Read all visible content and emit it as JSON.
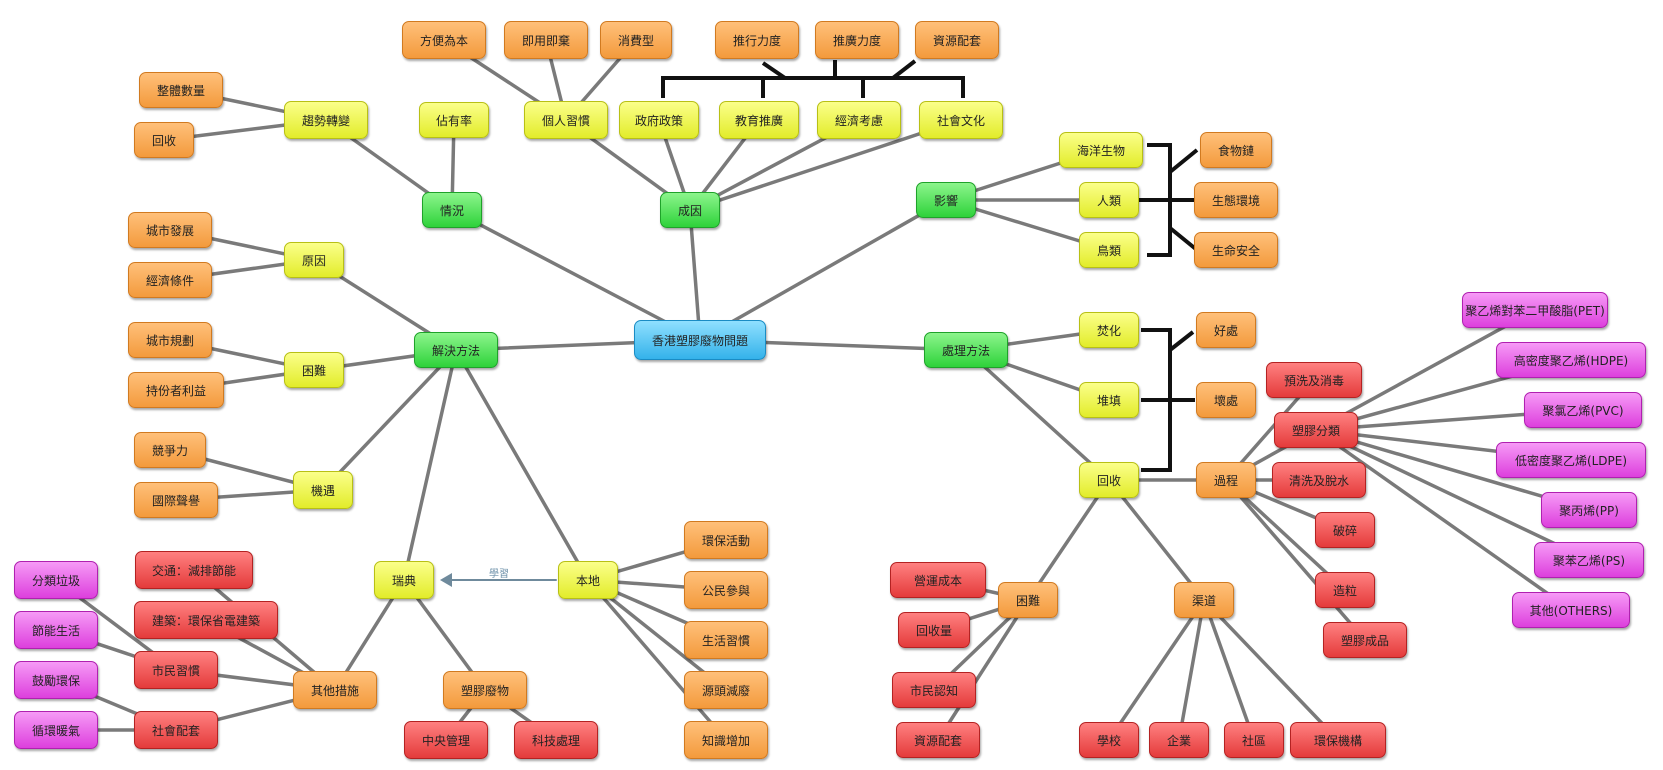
{
  "root": {
    "label": "香港塑膠廢物問題"
  },
  "arrow_label": "學習",
  "nodes": [
    {
      "id": "root",
      "label": "香港塑膠廢物問題",
      "color": "blue"
    },
    {
      "id": "chengyin",
      "label": "成因",
      "color": "green"
    },
    {
      "id": "qingkuang",
      "label": "情況",
      "color": "green"
    },
    {
      "id": "yingxiang",
      "label": "影響",
      "color": "green"
    },
    {
      "id": "jiejue",
      "label": "解決方法",
      "color": "green"
    },
    {
      "id": "chuli",
      "label": "處理方法",
      "color": "green"
    },
    {
      "id": "fangbian",
      "label": "方便為本",
      "color": "orange"
    },
    {
      "id": "jiyong",
      "label": "即用即棄",
      "color": "orange"
    },
    {
      "id": "xiaofei",
      "label": "消費型",
      "color": "orange"
    },
    {
      "id": "tuixingli",
      "label": "推行力度",
      "color": "orange"
    },
    {
      "id": "tuiguangli",
      "label": "推廣力度",
      "color": "orange"
    },
    {
      "id": "ziyuan1",
      "label": "資源配套",
      "color": "orange"
    },
    {
      "id": "zhengti",
      "label": "整體數量",
      "color": "orange"
    },
    {
      "id": "huishou1",
      "label": "回收",
      "color": "orange"
    },
    {
      "id": "qushi",
      "label": "趨勢轉變",
      "color": "yellow"
    },
    {
      "id": "zhanyou",
      "label": "佔有率",
      "color": "yellow"
    },
    {
      "id": "geren",
      "label": "個人習慣",
      "color": "yellow"
    },
    {
      "id": "zhengfu",
      "label": "政府政策",
      "color": "yellow"
    },
    {
      "id": "jiaoyu",
      "label": "教育推廣",
      "color": "yellow"
    },
    {
      "id": "jingji",
      "label": "經濟考慮",
      "color": "yellow"
    },
    {
      "id": "shehui",
      "label": "社會文化",
      "color": "yellow"
    },
    {
      "id": "haiyang",
      "label": "海洋生物",
      "color": "yellow"
    },
    {
      "id": "renlei",
      "label": "人類",
      "color": "yellow"
    },
    {
      "id": "niaolei",
      "label": "鳥類",
      "color": "yellow"
    },
    {
      "id": "shiwulian",
      "label": "食物鏈",
      "color": "orange"
    },
    {
      "id": "shengtai",
      "label": "生態環境",
      "color": "orange"
    },
    {
      "id": "shengming",
      "label": "生命安全",
      "color": "orange"
    },
    {
      "id": "chengshifz",
      "label": "城市發展",
      "color": "orange"
    },
    {
      "id": "jingjitj",
      "label": "經濟條件",
      "color": "orange"
    },
    {
      "id": "yuanyin",
      "label": "原因",
      "color": "yellow"
    },
    {
      "id": "chengshigh",
      "label": "城市規劃",
      "color": "orange"
    },
    {
      "id": "chifen",
      "label": "持份者利益",
      "color": "orange"
    },
    {
      "id": "kunnan1",
      "label": "困難",
      "color": "yellow"
    },
    {
      "id": "jingzheng",
      "label": "競爭力",
      "color": "orange"
    },
    {
      "id": "guoji",
      "label": "國際聲譽",
      "color": "orange"
    },
    {
      "id": "jiyu",
      "label": "機遇",
      "color": "yellow"
    },
    {
      "id": "fenhua",
      "label": "焚化",
      "color": "yellow"
    },
    {
      "id": "duitian",
      "label": "堆填",
      "color": "yellow"
    },
    {
      "id": "huishou2",
      "label": "回收",
      "color": "yellow"
    },
    {
      "id": "haochu",
      "label": "好處",
      "color": "orange"
    },
    {
      "id": "huaichu",
      "label": "壞處",
      "color": "orange"
    },
    {
      "id": "guocheng",
      "label": "過程",
      "color": "orange"
    },
    {
      "id": "kunnan2",
      "label": "困難",
      "color": "orange"
    },
    {
      "id": "qudao",
      "label": "渠道",
      "color": "orange"
    },
    {
      "id": "yuxi",
      "label": "預洗及消毒",
      "color": "red"
    },
    {
      "id": "fenlei",
      "label": "塑膠分類",
      "color": "red"
    },
    {
      "id": "qingxi",
      "label": "清洗及脫水",
      "color": "red"
    },
    {
      "id": "posui",
      "label": "破碎",
      "color": "red"
    },
    {
      "id": "zaoli",
      "label": "造粒",
      "color": "red"
    },
    {
      "id": "chengpin",
      "label": "塑膠成品",
      "color": "red"
    },
    {
      "id": "pet",
      "label": "聚乙烯對苯二甲酸脂(PET)",
      "color": "magenta"
    },
    {
      "id": "hdpe",
      "label": "高密度聚乙烯(HDPE)",
      "color": "magenta"
    },
    {
      "id": "pvc",
      "label": "聚氯乙烯(PVC)",
      "color": "magenta"
    },
    {
      "id": "ldpe",
      "label": "低密度聚乙烯(LDPE)",
      "color": "magenta"
    },
    {
      "id": "pp",
      "label": "聚丙烯(PP)",
      "color": "magenta"
    },
    {
      "id": "ps",
      "label": "聚苯乙烯(PS)",
      "color": "magenta"
    },
    {
      "id": "others",
      "label": "其他(OTHERS)",
      "color": "magenta"
    },
    {
      "id": "yingyun",
      "label": "營運成本",
      "color": "red"
    },
    {
      "id": "huishouliang",
      "label": "回收量",
      "color": "red"
    },
    {
      "id": "shiminrz",
      "label": "市民認知",
      "color": "red"
    },
    {
      "id": "ziyuan2",
      "label": "資源配套",
      "color": "red"
    },
    {
      "id": "xuexiao",
      "label": "學校",
      "color": "red"
    },
    {
      "id": "qiye",
      "label": "企業",
      "color": "red"
    },
    {
      "id": "shequ",
      "label": "社區",
      "color": "red"
    },
    {
      "id": "huanbaojg",
      "label": "環保機構",
      "color": "red"
    },
    {
      "id": "ruidian",
      "label": "瑞典",
      "color": "yellow"
    },
    {
      "id": "bendi",
      "label": "本地",
      "color": "yellow"
    },
    {
      "id": "huanbaohd",
      "label": "環保活動",
      "color": "orange"
    },
    {
      "id": "gongmin",
      "label": "公民參與",
      "color": "orange"
    },
    {
      "id": "shenghuo",
      "label": "生活習慣",
      "color": "orange"
    },
    {
      "id": "yuantou",
      "label": "源頭減廢",
      "color": "orange"
    },
    {
      "id": "zhishi",
      "label": "知識增加",
      "color": "orange"
    },
    {
      "id": "qita",
      "label": "其他措施",
      "color": "orange"
    },
    {
      "id": "suliaofw",
      "label": "塑膠廢物",
      "color": "orange"
    },
    {
      "id": "zhongyang",
      "label": "中央管理",
      "color": "red"
    },
    {
      "id": "keji",
      "label": "科技處理",
      "color": "red"
    },
    {
      "id": "jiaotong",
      "label": "交通：減排節能",
      "color": "red"
    },
    {
      "id": "jianzhu",
      "label": "建築：環保省電建築",
      "color": "red"
    },
    {
      "id": "shiminxg",
      "label": "市民習慣",
      "color": "red"
    },
    {
      "id": "shehuipt",
      "label": "社會配套",
      "color": "red"
    },
    {
      "id": "fenleilj",
      "label": "分類垃圾",
      "color": "magenta"
    },
    {
      "id": "jieneng",
      "label": "節能生活",
      "color": "magenta"
    },
    {
      "id": "gulihb",
      "label": "鼓勵環保",
      "color": "magenta"
    },
    {
      "id": "xunhuan",
      "label": "循環暖氣",
      "color": "magenta"
    }
  ],
  "links": [
    [
      "root",
      "chengyin"
    ],
    [
      "root",
      "qingkuang"
    ],
    [
      "root",
      "yingxiang"
    ],
    [
      "root",
      "jiejue"
    ],
    [
      "root",
      "chuli"
    ],
    [
      "chengyin",
      "geren"
    ],
    [
      "chengyin",
      "zhengfu"
    ],
    [
      "chengyin",
      "jiaoyu"
    ],
    [
      "chengyin",
      "jingji"
    ],
    [
      "chengyin",
      "shehui"
    ],
    [
      "geren",
      "fangbian"
    ],
    [
      "geren",
      "jiyong"
    ],
    [
      "geren",
      "xiaofei"
    ],
    [
      "qingkuang",
      "qushi"
    ],
    [
      "qingkuang",
      "zhanyou"
    ],
    [
      "qushi",
      "zhengti"
    ],
    [
      "qushi",
      "huishou1"
    ],
    [
      "yingxiang",
      "haiyang"
    ],
    [
      "yingxiang",
      "renlei"
    ],
    [
      "yingxiang",
      "niaolei"
    ],
    [
      "jiejue",
      "yuanyin"
    ],
    [
      "jiejue",
      "kunnan1"
    ],
    [
      "jiejue",
      "jiyu"
    ],
    [
      "jiejue",
      "ruidian"
    ],
    [
      "jiejue",
      "bendi"
    ],
    [
      "yuanyin",
      "chengshifz"
    ],
    [
      "yuanyin",
      "jingjitj"
    ],
    [
      "kunnan1",
      "chengshigh"
    ],
    [
      "kunnan1",
      "chifen"
    ],
    [
      "jiyu",
      "jingzheng"
    ],
    [
      "jiyu",
      "guoji"
    ],
    [
      "chuli",
      "fenhua"
    ],
    [
      "chuli",
      "duitian"
    ],
    [
      "chuli",
      "huishou2"
    ],
    [
      "huishou2",
      "guocheng"
    ],
    [
      "huishou2",
      "kunnan2"
    ],
    [
      "huishou2",
      "qudao"
    ],
    [
      "guocheng",
      "yuxi"
    ],
    [
      "guocheng",
      "fenlei"
    ],
    [
      "guocheng",
      "qingxi"
    ],
    [
      "guocheng",
      "posui"
    ],
    [
      "guocheng",
      "zaoli"
    ],
    [
      "guocheng",
      "chengpin"
    ],
    [
      "fenlei",
      "pet"
    ],
    [
      "fenlei",
      "hdpe"
    ],
    [
      "fenlei",
      "pvc"
    ],
    [
      "fenlei",
      "ldpe"
    ],
    [
      "fenlei",
      "pp"
    ],
    [
      "fenlei",
      "ps"
    ],
    [
      "fenlei",
      "others"
    ],
    [
      "kunnan2",
      "yingyun"
    ],
    [
      "kunnan2",
      "huishouliang"
    ],
    [
      "kunnan2",
      "shiminrz"
    ],
    [
      "kunnan2",
      "ziyuan2"
    ],
    [
      "qudao",
      "xuexiao"
    ],
    [
      "qudao",
      "qiye"
    ],
    [
      "qudao",
      "shequ"
    ],
    [
      "qudao",
      "huanbaojg"
    ],
    [
      "bendi",
      "huanbaohd"
    ],
    [
      "bendi",
      "gongmin"
    ],
    [
      "bendi",
      "shenghuo"
    ],
    [
      "bendi",
      "yuantou"
    ],
    [
      "bendi",
      "zhishi"
    ],
    [
      "ruidian",
      "qita"
    ],
    [
      "ruidian",
      "suliaofw"
    ],
    [
      "suliaofw",
      "zhongyang"
    ],
    [
      "suliaofw",
      "keji"
    ],
    [
      "qita",
      "jiaotong"
    ],
    [
      "qita",
      "jianzhu"
    ],
    [
      "qita",
      "shiminxg"
    ],
    [
      "qita",
      "shehuipt"
    ],
    [
      "shiminxg",
      "fenleilj"
    ],
    [
      "shiminxg",
      "jieneng"
    ],
    [
      "shehuipt",
      "gulihb"
    ],
    [
      "shehuipt",
      "xunhuan"
    ]
  ],
  "colors": {
    "orange": "#f39a3c",
    "yellow": "#e2ec2a",
    "green": "#2ed23a",
    "blue": "#34b2ea",
    "red": "#e43b3b",
    "magenta": "#dd3fdd",
    "link": "#7a7a7a",
    "bracket": "#111111",
    "arrow": "#6f8a9c"
  }
}
